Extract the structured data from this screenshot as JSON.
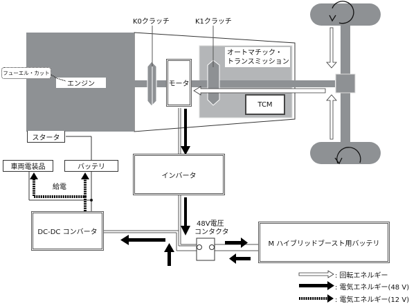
{
  "labels": {
    "k0_clutch": "K0クラッチ",
    "k1_clutch": "K1クラッチ",
    "transmission": "オートマチック・\nトランスミッション",
    "transmission_line1": "オートマチック・",
    "transmission_line2": "トランスミッション",
    "tcm": "TCM",
    "motor": "モータ",
    "engine": "エンジン",
    "fuel_cut": "フューエル・カット",
    "starter": "スタータ",
    "vehicle_electrics": "車両電装品",
    "battery": "バッテリ",
    "power_supply": "給電",
    "inverter": "インバータ",
    "dcdc_converter": "DC-DC コンバータ",
    "contactor_line1": "48V電圧",
    "contactor_line2": "コンタクタ",
    "boost_battery": "M ハイブリッドブースト用バッテリ"
  },
  "legend": [
    {
      "type": "hollow",
      "label": ": 回転エネルギー"
    },
    {
      "type": "solid",
      "label": ": 電気エネルギー(48 V)"
    },
    {
      "type": "dotted",
      "label": ": 電気エネルギー(12 V)"
    }
  ],
  "colors": {
    "engine_gray": "#8e9194",
    "transmission_gray": "#b4b6b8",
    "shaft_gray": "#8e9194",
    "arrow_black": "#000000",
    "line_dark": "#333333"
  }
}
